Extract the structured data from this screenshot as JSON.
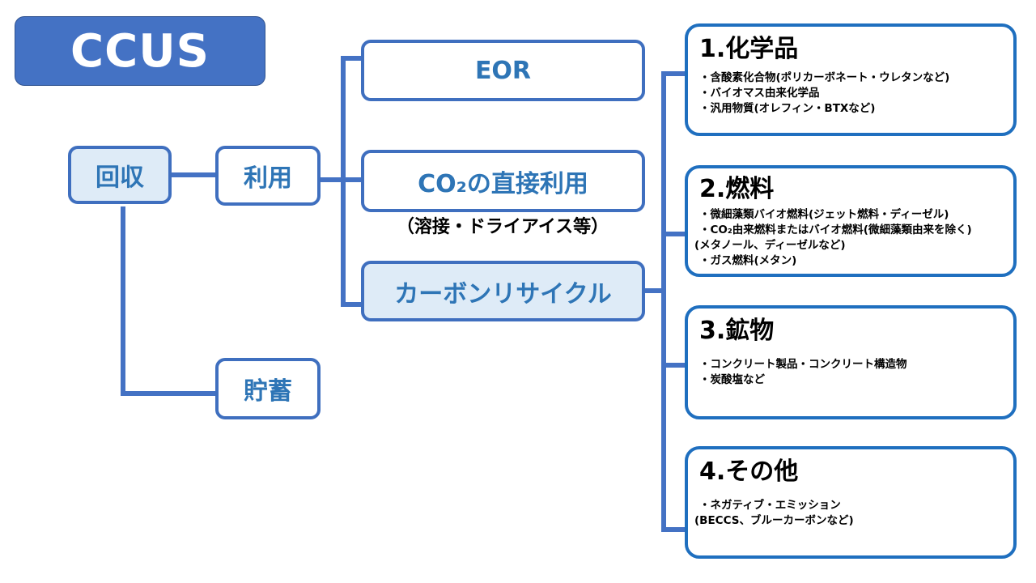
{
  "title": "CCUS",
  "nodes": {
    "capture": "回収",
    "utilization": "利用",
    "storage": "貯蓄",
    "eor": "EOR",
    "direct_use": "CO₂の直接利用",
    "direct_use_note": "（溶接・ドライアイス等）",
    "carbon_recycle": "カーボンリサイクル"
  },
  "categories": [
    {
      "title": "1.化学品",
      "lines": [
        "・含酸素化合物(ポリカーボネート・ウレタンなど)",
        "・バイオマス由来化学品",
        "・汎用物質(オレフィン・BTXなど)"
      ]
    },
    {
      "title": "2.燃料",
      "lines": [
        "・微細藻類バイオ燃料(ジェット燃料・ディーゼル)",
        "・CO₂由来燃料またはバイオ燃料(微細藻類由来を除く)",
        "(メタノール、ディーゼルなど)",
        "・ガス燃料(メタン)"
      ]
    },
    {
      "title": "3.鉱物",
      "lines": [
        "・コンクリート製品・コンクリート構造物",
        "・炭酸塩など"
      ]
    },
    {
      "title": "4.その他",
      "lines": [
        "・ネガティブ・エミッション",
        "(BECCS、ブルーカーボンなど)"
      ]
    }
  ],
  "colors": {
    "connector": "#4472c4",
    "node_border": "#3f6fbf",
    "card_border": "#1f6fbf",
    "node_text": "#2e75b6",
    "light_fill": "#deebf7",
    "title_fill": "#4472c4"
  }
}
